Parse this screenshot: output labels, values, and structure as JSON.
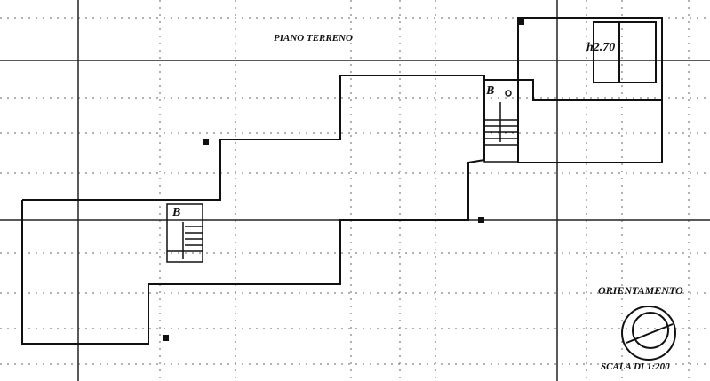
{
  "title": "PIANO TERRENO",
  "stair_labels": [
    "B",
    "B"
  ],
  "height_label": "h2.70",
  "orientation_label": "ORIENTAMENTO",
  "scale_label": "SCALA DI 1:200",
  "colors": {
    "ink": "#111111",
    "paper": "#ffffff",
    "grid": "#555555"
  }
}
